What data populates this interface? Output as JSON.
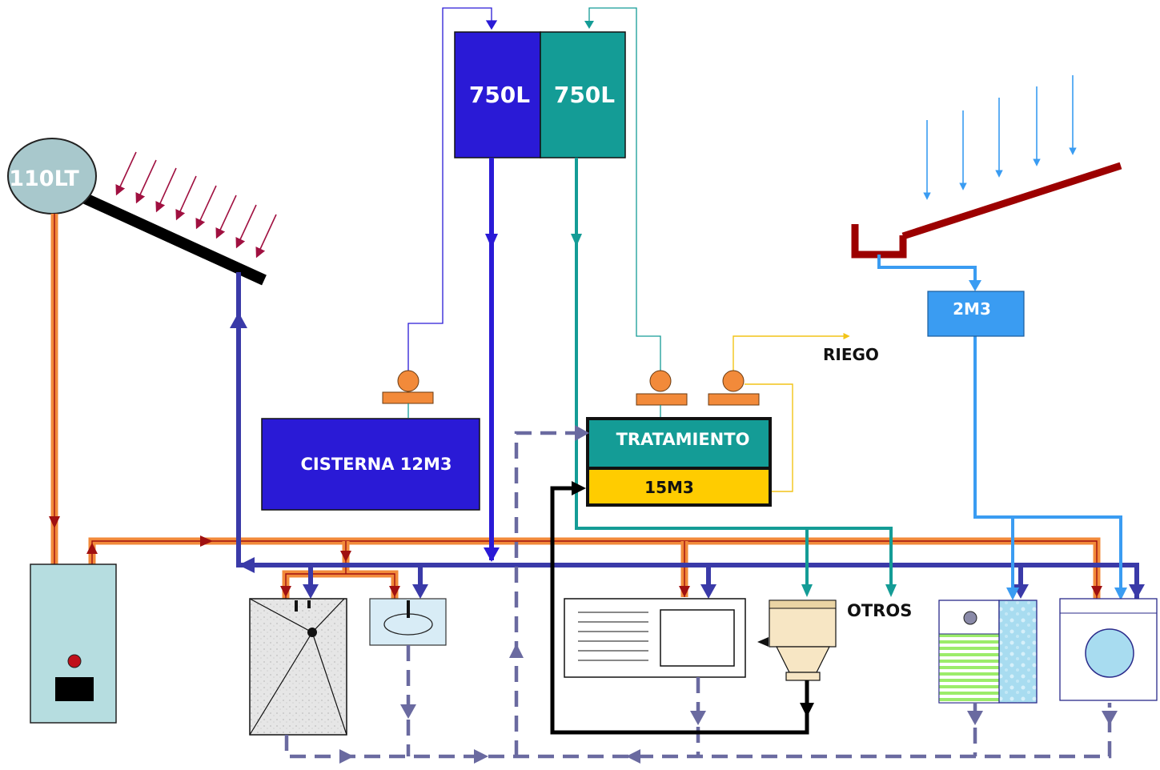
{
  "labels": {
    "solar_tank": "110LT",
    "tank_left": "750L",
    "tank_right": "750L",
    "cistern": "CISTERNA 12M3",
    "treatment": "TRATAMIENTO",
    "treatment_volume": "15M3",
    "rain_tank": "2M3",
    "irrigation": "RIEGO",
    "others": "OTROS"
  },
  "colors": {
    "hot_water": "#f28a3a",
    "hot_water_arrow": "#a01010",
    "potable_water": "#2a1ad6",
    "cold_main": "#3a3aa8",
    "treated_water": "#149c96",
    "rain_water": "#3a9cf2",
    "rain_roof": "#9c0000",
    "gray_water": "#6a6aa0",
    "irrigation_line": "#f2c418",
    "heater_body": "#b6dde0",
    "pump_orange": "#f28a3a",
    "treatment_yellow": "#ffcc00"
  }
}
